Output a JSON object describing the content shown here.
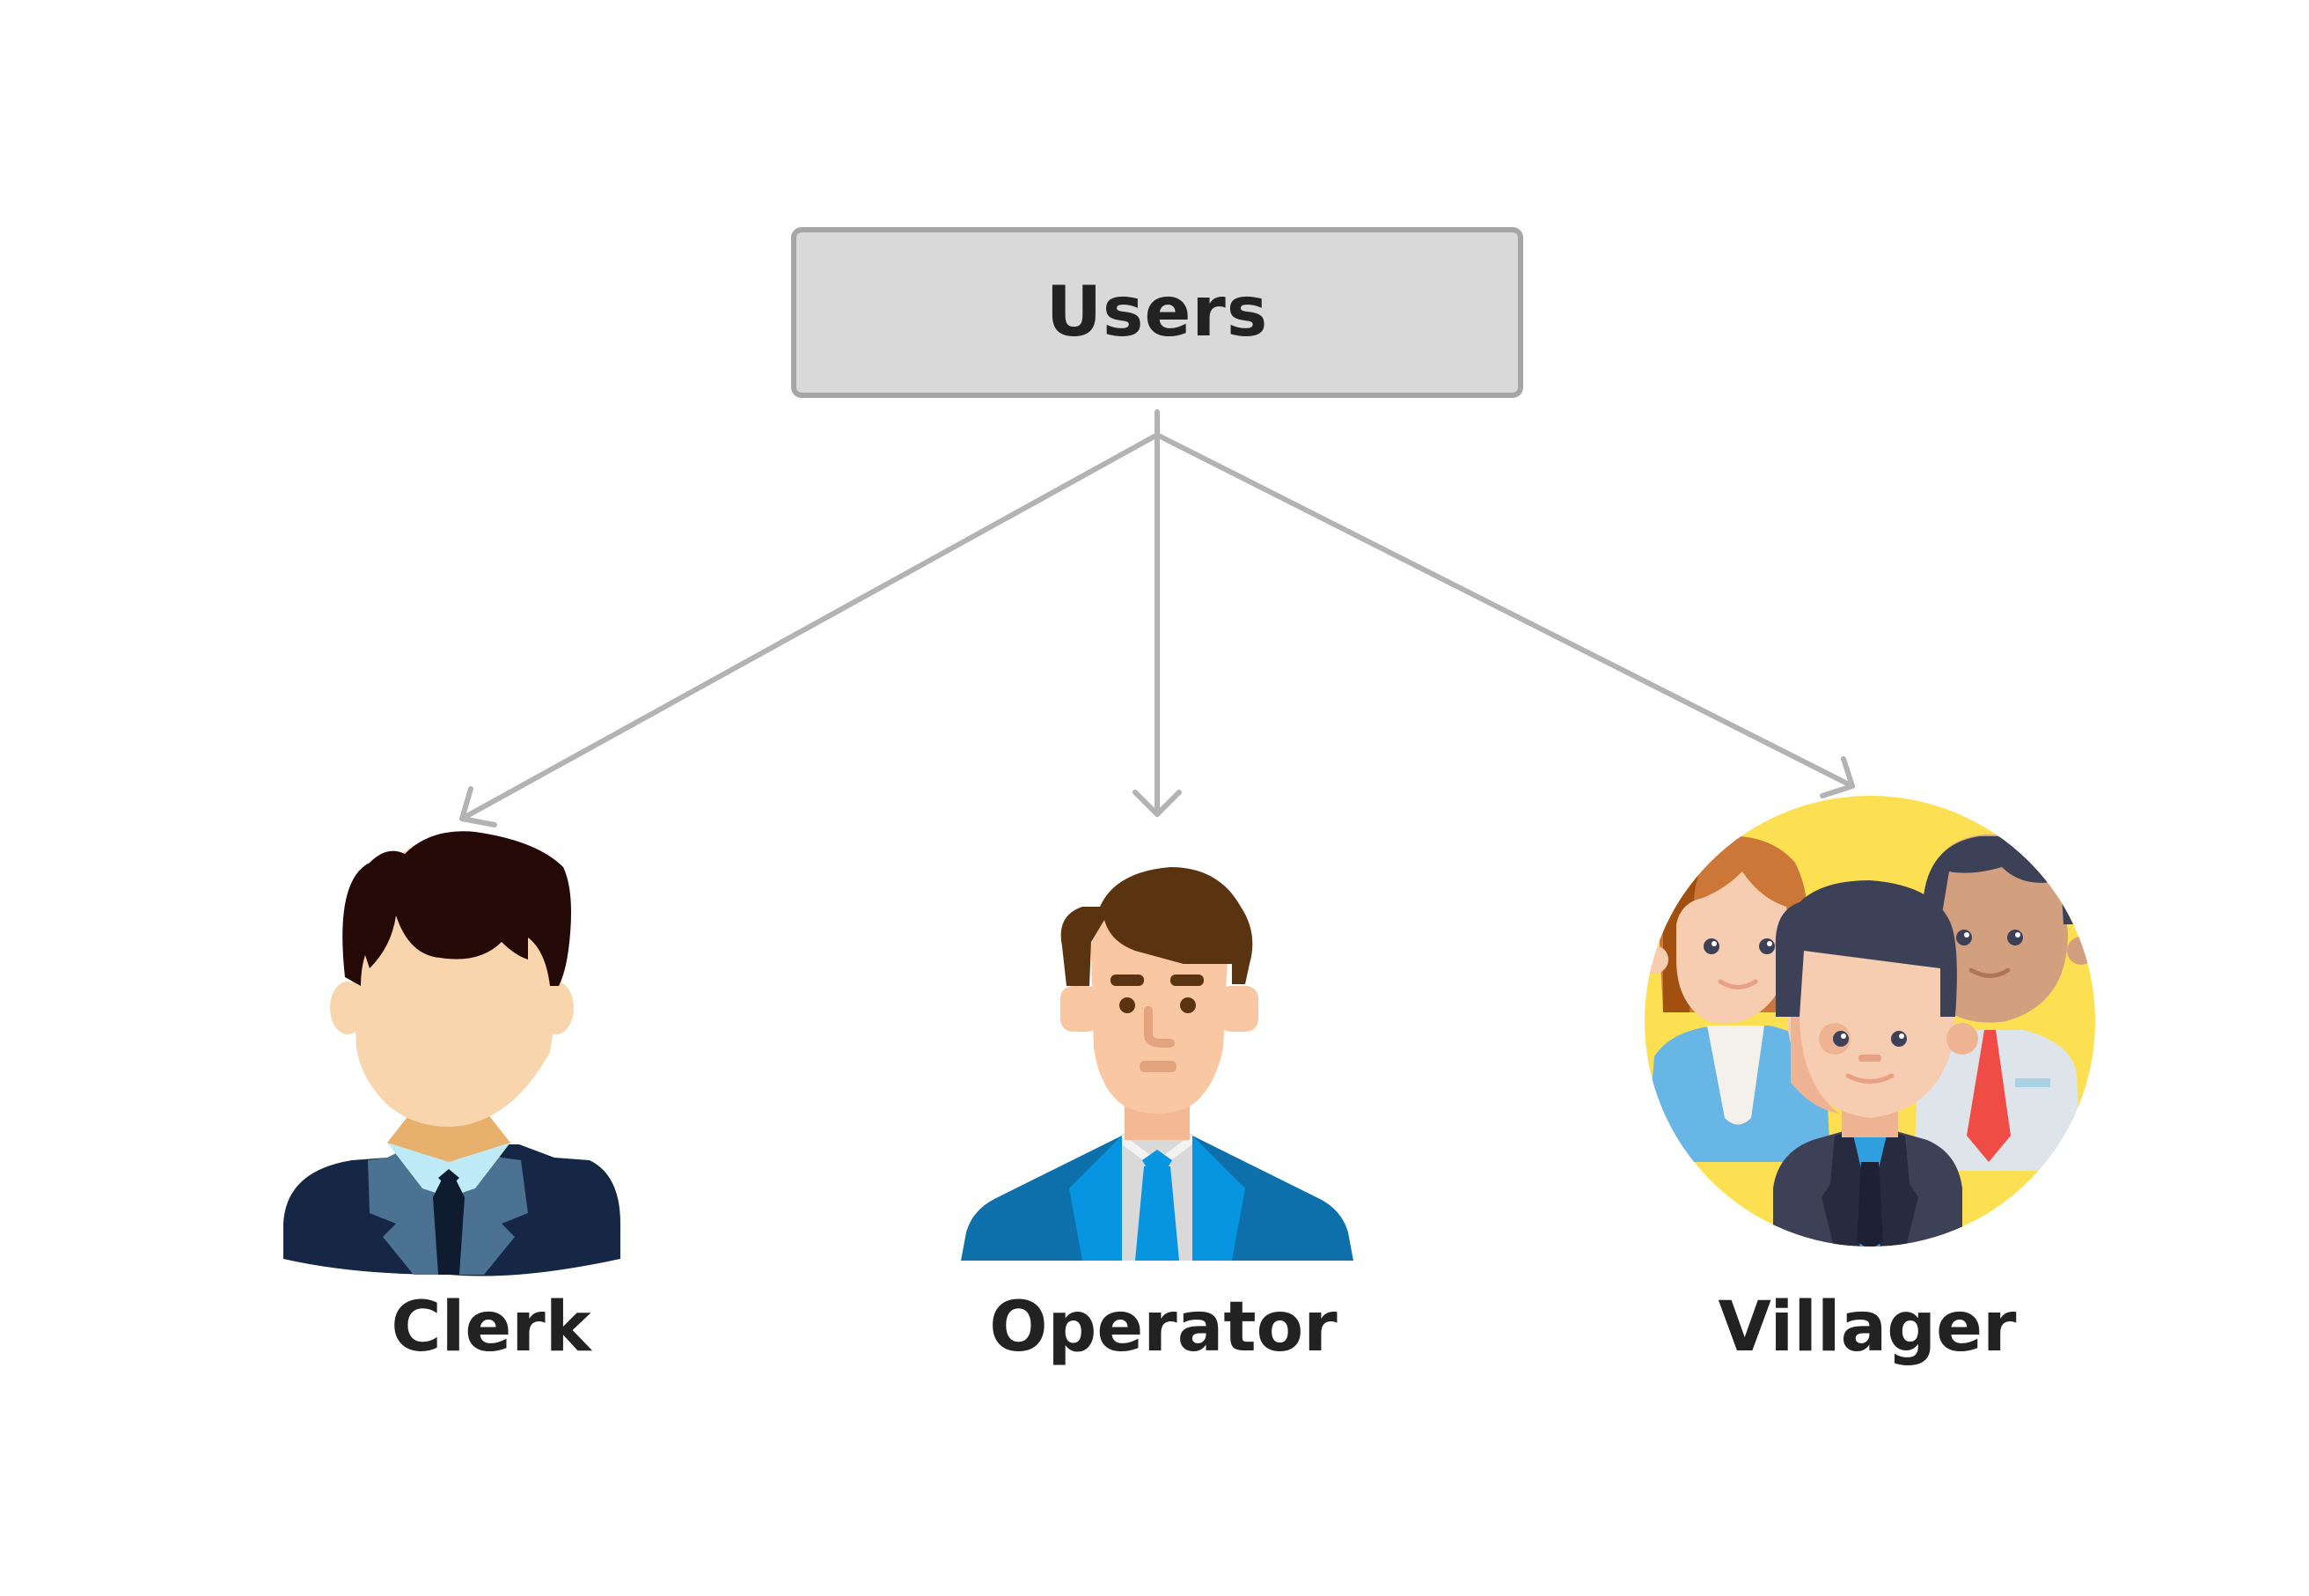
{
  "diagram": {
    "root": {
      "label": "Users"
    },
    "children": [
      {
        "id": "clerk",
        "label": "Clerk",
        "icon": "clerk-avatar-icon"
      },
      {
        "id": "operator",
        "label": "Operator",
        "icon": "operator-avatar-icon"
      },
      {
        "id": "villager",
        "label": "Villager",
        "icon": "villagers-group-icon"
      }
    ],
    "colors": {
      "box_fill": "#d9d9d9",
      "box_border": "#a6a6a6",
      "arrow": "#b3b3b3",
      "text": "#222222",
      "villager_circle": "#fde052"
    }
  }
}
